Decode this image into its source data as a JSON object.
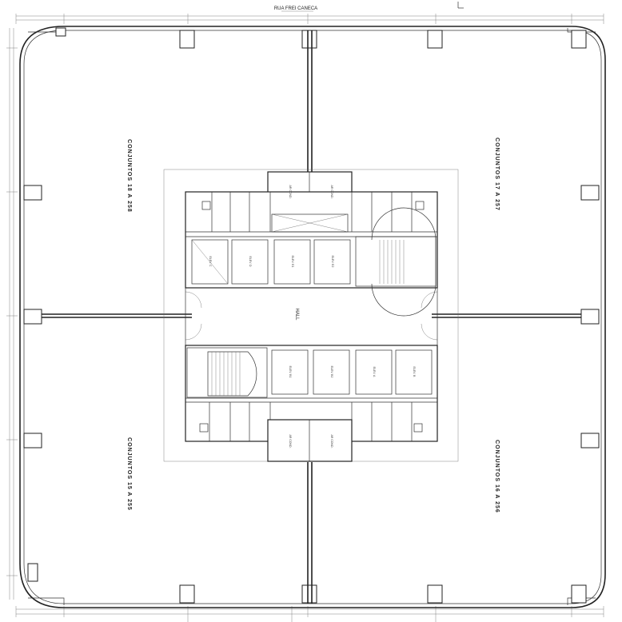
{
  "street": "RUA FREI CANECA",
  "units": {
    "top_left": "CONJUNTOS 18 A 258",
    "top_right": "CONJUNTOS 17 A 257",
    "bottom_left": "CONJUNTOS 15 A 255",
    "bottom_right": "CONJUNTOS 16 A 256"
  },
  "hall": "HALL",
  "elevators_top": [
    "ELEV. C",
    "ELEV. D",
    "ELEV. E1",
    "ELEV. E2"
  ],
  "elevators_bottom": [
    "ELEV. B1",
    "ELEV. B2",
    "ELEV. A",
    "ELEV. B"
  ],
  "shafts": {
    "top_left": "AR COND.",
    "top_right": "AR COND.",
    "bottom_left": "AR COND.",
    "bottom_right": "AR COND."
  }
}
